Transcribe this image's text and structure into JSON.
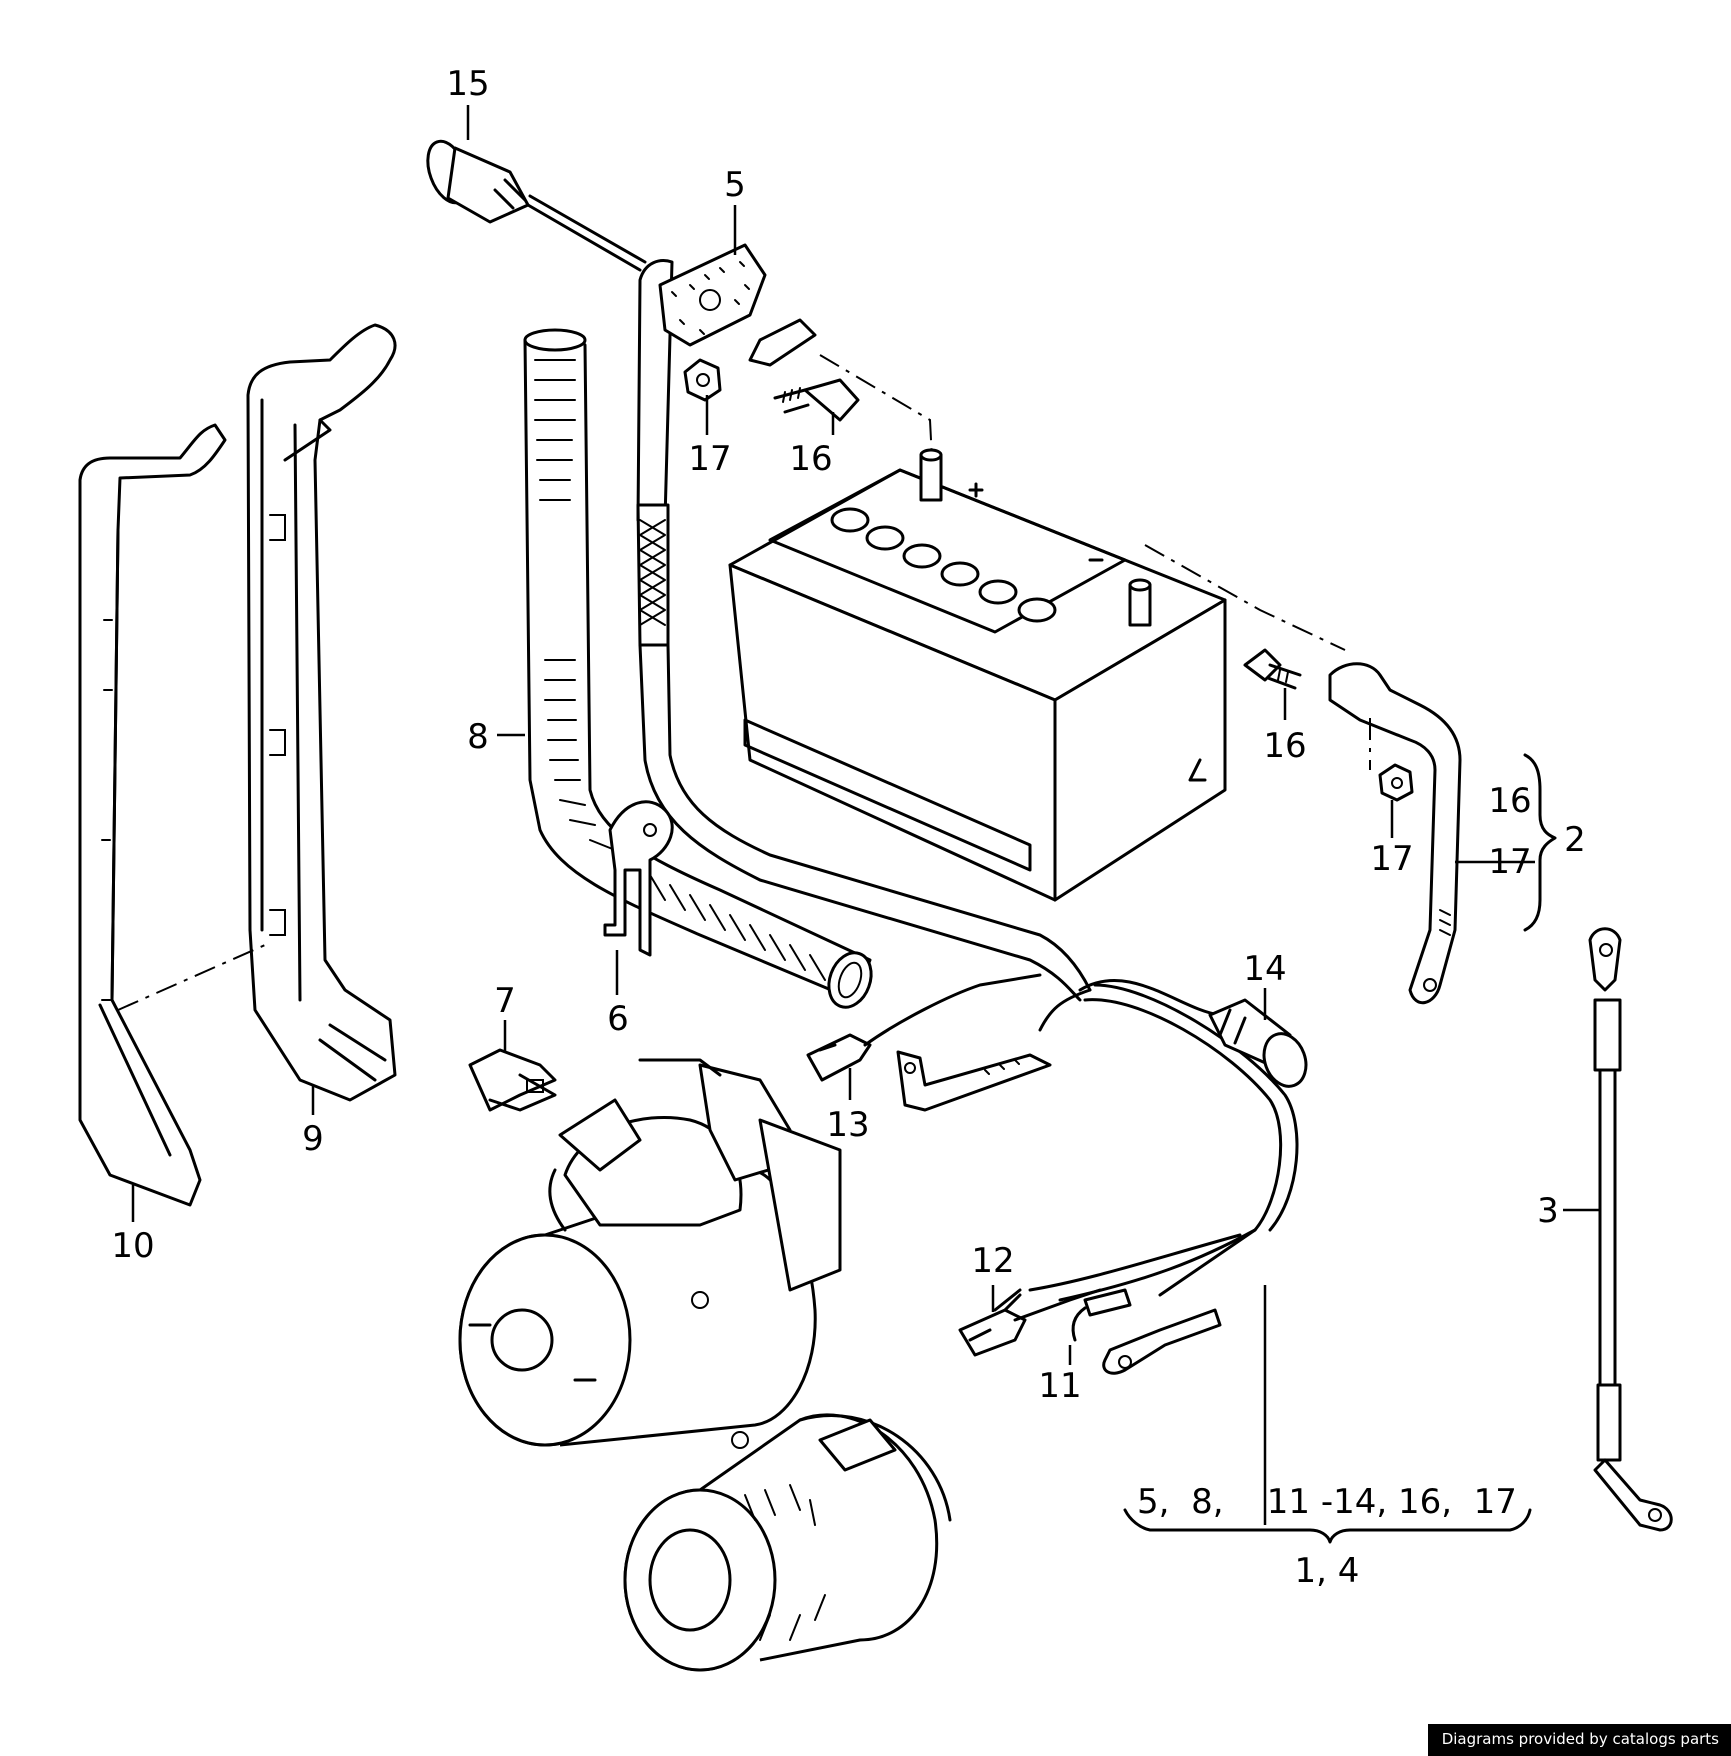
{
  "callouts": {
    "c1_4": "1, 4",
    "c2": "2",
    "c3": "3",
    "c5": "5",
    "c6": "6",
    "c7": "7",
    "c8": "8",
    "c9": "9",
    "c10": "10",
    "c11": "11",
    "c12": "12",
    "c13": "13",
    "c14": "14",
    "c15": "15",
    "c16_top": "16",
    "c17_top": "17",
    "c16_right": "16",
    "c17_right": "17",
    "c16_bracket": "16",
    "c17_bracket": "17",
    "group_1_4_members": "5,  8,    11 -14, 16,  17"
  },
  "credit": {
    "text": "Diagrams provided by catalogs parts"
  }
}
